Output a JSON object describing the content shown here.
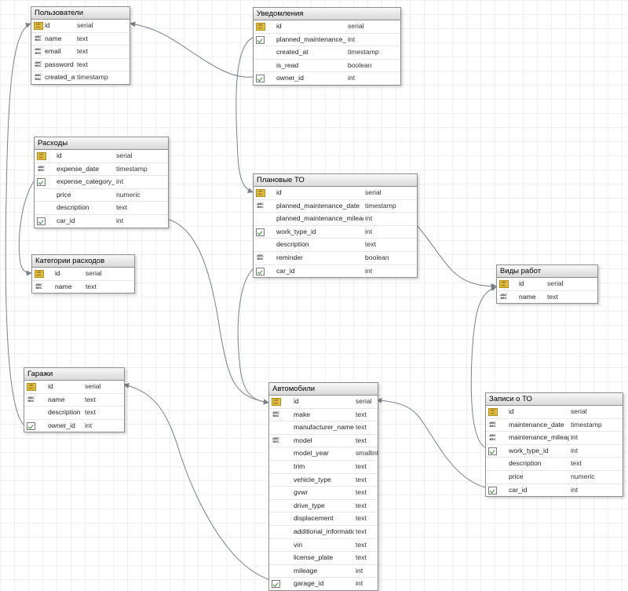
{
  "icons": {
    "pk": "key-icon",
    "fk": "foreign-key-icon",
    "txt": "text-field-icon",
    "none": ""
  },
  "icon_text": "ABC\nREC",
  "tables": [
    {
      "id": "users",
      "title": "Пользователи",
      "box": null,
      "fields": [
        {
          "name": "id",
          "type": "serial",
          "icon": "pk"
        },
        {
          "name": "name",
          "type": "text",
          "icon": "txt"
        },
        {
          "name": "email",
          "type": "text",
          "icon": "txt"
        },
        {
          "name": "password",
          "type": "text",
          "icon": "txt"
        },
        {
          "name": "created_at",
          "type": "timestamp",
          "icon": "txt"
        }
      ]
    },
    {
      "id": "notifications",
      "title": "Уведомления",
      "fields": [
        {
          "name": "id",
          "type": "serial",
          "icon": "pk"
        },
        {
          "name": "planned_maintenance_id",
          "type": "int",
          "icon": "fk"
        },
        {
          "name": "created_at",
          "type": "timestamp",
          "icon": "none"
        },
        {
          "name": "is_read",
          "type": "boolean",
          "icon": "none"
        },
        {
          "name": "owner_id",
          "type": "int",
          "icon": "fk"
        }
      ]
    },
    {
      "id": "expenses",
      "title": "Расходы",
      "fields": [
        {
          "name": "id",
          "type": "serial",
          "icon": "pk"
        },
        {
          "name": "expense_date",
          "type": "timestamp",
          "icon": "txt"
        },
        {
          "name": "expense_category_id",
          "type": "int",
          "icon": "fk"
        },
        {
          "name": "price",
          "type": "numeric",
          "icon": "none"
        },
        {
          "name": "description",
          "type": "text",
          "icon": "none"
        },
        {
          "name": "car_id",
          "type": "int",
          "icon": "fk"
        }
      ]
    },
    {
      "id": "planned",
      "title": "Плановые ТО",
      "fields": [
        {
          "name": "id",
          "type": "serial",
          "icon": "pk"
        },
        {
          "name": "planned_maintenance_date",
          "type": "timestamp",
          "icon": "txt"
        },
        {
          "name": "planned_maintenance_mileage",
          "type": "int",
          "icon": "none"
        },
        {
          "name": "work_type_id",
          "type": "int",
          "icon": "fk"
        },
        {
          "name": "description",
          "type": "text",
          "icon": "none"
        },
        {
          "name": "reminder",
          "type": "boolean",
          "icon": "txt"
        },
        {
          "name": "car_id",
          "type": "int",
          "icon": "fk"
        }
      ]
    },
    {
      "id": "categories",
      "title": "Категории расходов",
      "fields": [
        {
          "name": "id",
          "type": "serial",
          "icon": "pk"
        },
        {
          "name": "name",
          "type": "text",
          "icon": "txt"
        }
      ]
    },
    {
      "id": "worktypes",
      "title": "Виды работ",
      "fields": [
        {
          "name": "id",
          "type": "serial",
          "icon": "pk"
        },
        {
          "name": "name",
          "type": "text",
          "icon": "txt"
        }
      ]
    },
    {
      "id": "garages",
      "title": "Гаражи",
      "fields": [
        {
          "name": "id",
          "type": "serial",
          "icon": "pk"
        },
        {
          "name": "name",
          "type": "text",
          "icon": "txt"
        },
        {
          "name": "description",
          "type": "text",
          "icon": "none"
        },
        {
          "name": "owner_id",
          "type": "int",
          "icon": "fk"
        }
      ]
    },
    {
      "id": "cars",
      "title": "Автомобили",
      "fields": [
        {
          "name": "id",
          "type": "serial",
          "icon": "pk"
        },
        {
          "name": "make",
          "type": "text",
          "icon": "txt"
        },
        {
          "name": "manufacturer_name",
          "type": "text",
          "icon": "none"
        },
        {
          "name": "model",
          "type": "text",
          "icon": "txt"
        },
        {
          "name": "model_year",
          "type": "smallint",
          "icon": "none"
        },
        {
          "name": "trim",
          "type": "text",
          "icon": "none"
        },
        {
          "name": "vehicle_type",
          "type": "text",
          "icon": "none"
        },
        {
          "name": "gvwr",
          "type": "text",
          "icon": "none"
        },
        {
          "name": "drive_type",
          "type": "text",
          "icon": "none"
        },
        {
          "name": "displacement",
          "type": "text",
          "icon": "none"
        },
        {
          "name": "additional_information",
          "type": "text",
          "icon": "none"
        },
        {
          "name": "vin",
          "type": "text",
          "icon": "none"
        },
        {
          "name": "license_plate",
          "type": "text",
          "icon": "none"
        },
        {
          "name": "mileage",
          "type": "int",
          "icon": "none"
        },
        {
          "name": "garage_id",
          "type": "int",
          "icon": "fk"
        }
      ]
    },
    {
      "id": "records",
      "title": "Записи о ТО",
      "fields": [
        {
          "name": "id",
          "type": "serial",
          "icon": "pk"
        },
        {
          "name": "maintenance_date",
          "type": "timestamp",
          "icon": "txt"
        },
        {
          "name": "maintenance_mileage",
          "type": "int",
          "icon": "txt"
        },
        {
          "name": "work_type_id",
          "type": "int",
          "icon": "fk"
        },
        {
          "name": "description",
          "type": "text",
          "icon": "none"
        },
        {
          "name": "price",
          "type": "numeric",
          "icon": "none"
        },
        {
          "name": "car_id",
          "type": "int",
          "icon": "fk"
        }
      ]
    }
  ],
  "links": [
    {
      "from": "notifications.owner_id",
      "to": "users.id"
    },
    {
      "from": "notifications.planned_maintenance_id",
      "to": "planned.id"
    },
    {
      "from": "expenses.expense_category_id",
      "to": "categories.id"
    },
    {
      "from": "expenses.car_id",
      "to": "cars.id"
    },
    {
      "from": "planned.car_id",
      "to": "cars.id"
    },
    {
      "from": "planned.work_type_id",
      "to": "worktypes.id"
    },
    {
      "from": "garages.owner_id",
      "to": "users.id"
    },
    {
      "from": "cars.garage_id",
      "to": "garages.id"
    },
    {
      "from": "records.work_type_id",
      "to": "worktypes.id"
    },
    {
      "from": "records.car_id",
      "to": "cars.id"
    }
  ],
  "colors": {
    "link": "#7a7f86",
    "pk": "#e8c447",
    "fk_check": "#2e8b2e",
    "header": "#d9d9d9",
    "border": "#8e8e8e"
  }
}
